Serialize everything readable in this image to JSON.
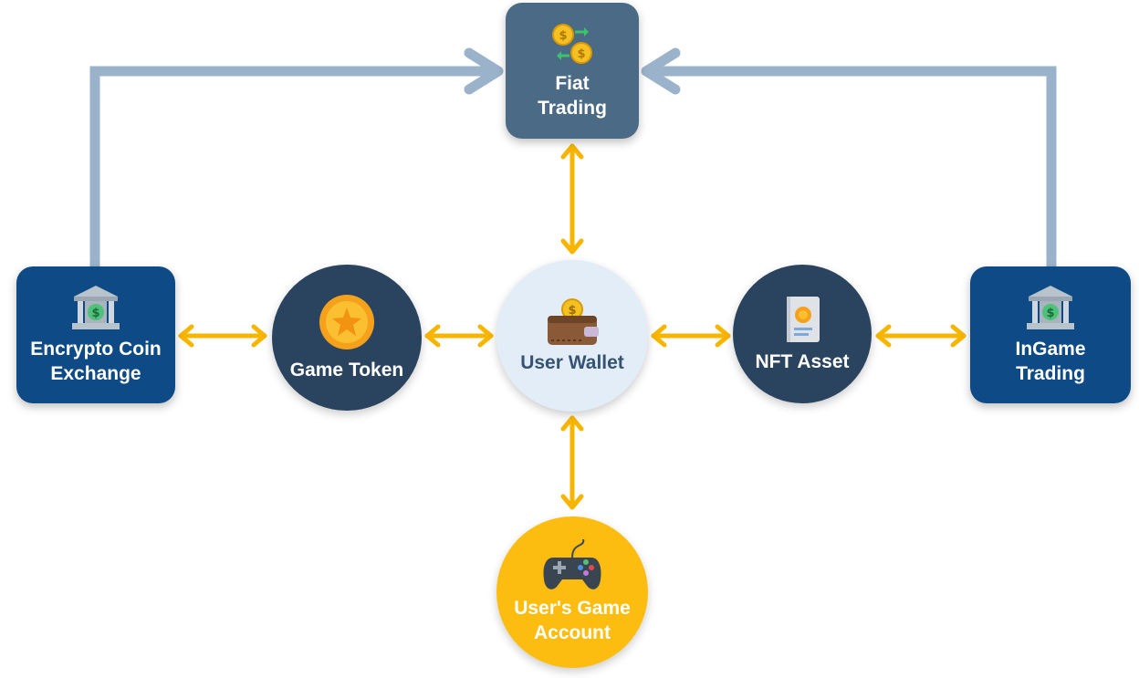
{
  "nodes": {
    "fiat": {
      "label": "Fiat\nTrading",
      "icon": "coin-exchange-icon"
    },
    "exchange": {
      "label": "Encrypto Coin\nExchange",
      "icon": "bank-icon"
    },
    "ingame": {
      "label": "InGame\nTrading",
      "icon": "bank-icon"
    },
    "token": {
      "label": "Game Token",
      "icon": "coin-icon"
    },
    "wallet": {
      "label": "User Wallet",
      "icon": "wallet-icon"
    },
    "nft": {
      "label": "NFT Asset",
      "icon": "nft-document-icon"
    },
    "account": {
      "label": "User's Game\nAccount",
      "icon": "gamepad-icon"
    }
  },
  "colors": {
    "fiat_box": "#4a6a86",
    "bank_box": "#0e4a86",
    "dark_circle": "#2a4460",
    "wallet_circle": "#e2edf8",
    "account_circle": "#fdbd10",
    "yellow_arrow": "#f7b500",
    "gray_arrow": "#9ab3cb"
  }
}
